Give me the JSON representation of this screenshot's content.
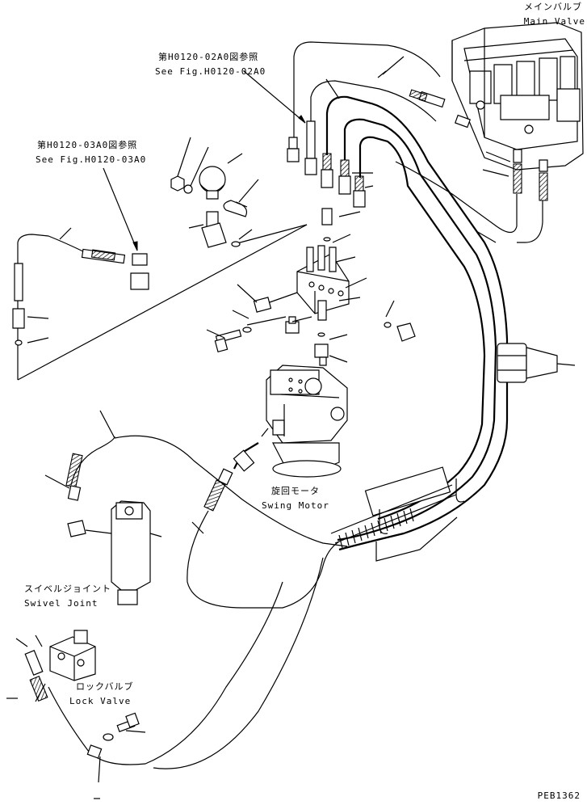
{
  "labels": {
    "main_valve_jp": "メインバルブ",
    "main_valve_en": "Main Valve",
    "ref_upper_jp": "第H0120-02A0図参照",
    "ref_upper_en": "See Fig.H0120-02A0",
    "ref_left_jp": "第H0120-03A0図参照",
    "ref_left_en": "See Fig.H0120-03A0",
    "swing_motor_jp": "旋回モータ",
    "swing_motor_en": "Swing Motor",
    "swivel_joint_jp": "スイベルジョイント",
    "swivel_joint_en": "Swivel Joint",
    "lock_valve_jp": "ロックバルブ",
    "lock_valve_en": "Lock Valve",
    "figure_code": "PEB1362"
  }
}
